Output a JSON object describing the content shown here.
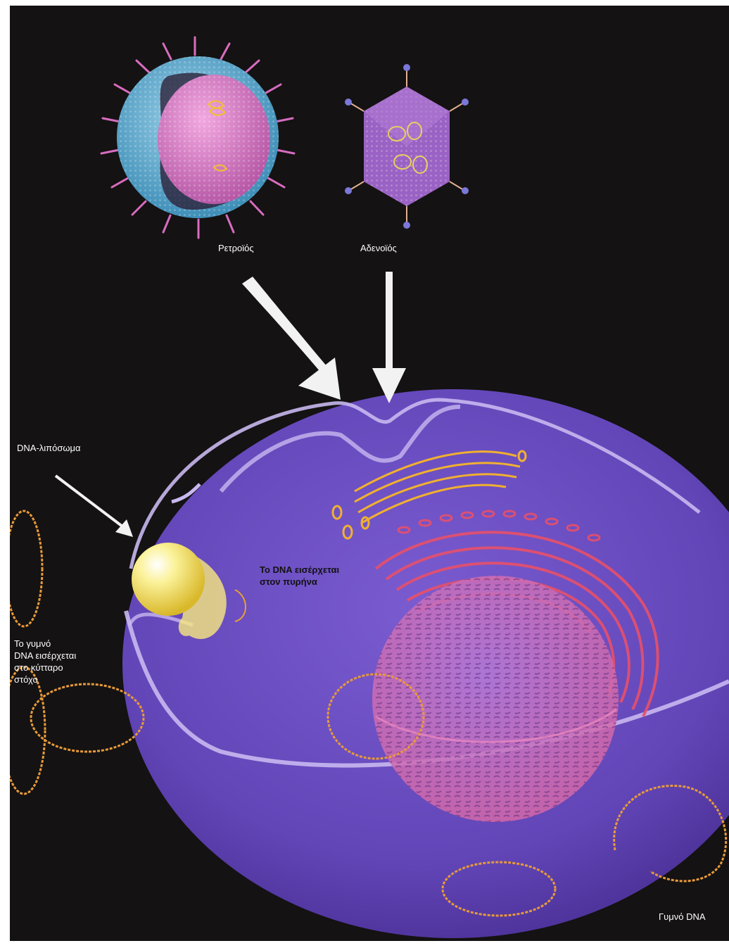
{
  "labels": {
    "retrovirus": "Ρετροϊός",
    "adenovirus": "Αδενοϊός",
    "dna_liposome": "DNA-λιπόσωμα",
    "dna_enters_nucleus": "Το DNA εισέρχεται\nστον πυρήνα",
    "naked_dna_enters_cell": "Το γυμνό\nDNA εισέρχεται\nστο κύτταρο\nστόχο",
    "naked_dna": "Γυμνό DNA"
  },
  "colors": {
    "background": "#141212",
    "cell": "#6a4bbd",
    "retrovirus_envelope": "#6fb6d8",
    "retrovirus_core": "#d977c9",
    "adenovirus_capsid": "#9a62c4",
    "liposome": "#f4e66a",
    "golgi": "#f0b030",
    "endoplasmic_reticulum": "#e8506a",
    "dna": "#e89a3a"
  },
  "icons": [
    "retrovirus-icon",
    "adenovirus-icon",
    "liposome-icon",
    "dna-plasmid-icon",
    "arrow-icon"
  ]
}
